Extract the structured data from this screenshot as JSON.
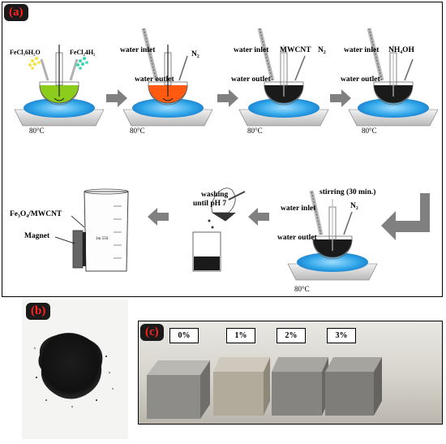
{
  "panel_a": {
    "label": "(a)",
    "steps": [
      {
        "reagent_left": "FeCl₃6H₂O",
        "reagent_right": "FeCl₂4H₂",
        "temp": "80°C"
      },
      {
        "water_inlet": "water inlet",
        "water_outlet": "water outlet",
        "gas": "N₂",
        "temp": "80°C"
      },
      {
        "water_inlet": "water inlet",
        "water_outlet": "water outlet",
        "reagent": "MWCNT",
        "gas": "N₂",
        "temp": "80°C"
      },
      {
        "water_inlet": "water inlet",
        "water_outlet": "water outlet",
        "reagent": "NH₄OH",
        "temp": "80°C"
      },
      {
        "stirring": "stirring (30 min.)",
        "water_inlet": "water inlet",
        "water_outlet": "water outlet",
        "gas": "N₂",
        "temp": "80°C"
      }
    ],
    "washing": {
      "line1": "washing",
      "line2": "until pH 7"
    },
    "beaker": {
      "product": "Fe₃O₄/MWCNT",
      "magnet": "Magnet",
      "graduation": "1m 550"
    }
  },
  "panel_b": {
    "label": "(b)"
  },
  "panel_c": {
    "label": "(c)",
    "percentages": [
      "0%",
      "1%",
      "2%",
      "3%"
    ]
  },
  "colors": {
    "label_text": "#ff2020",
    "label_bg": "#1a1a1a",
    "liquid_green": "#8ccc1c",
    "liquid_orange": "#ff5a10",
    "liquid_black": "#1a1a1a",
    "bath_blue": "#2fa6e8",
    "arrow_gray": "#808080"
  }
}
